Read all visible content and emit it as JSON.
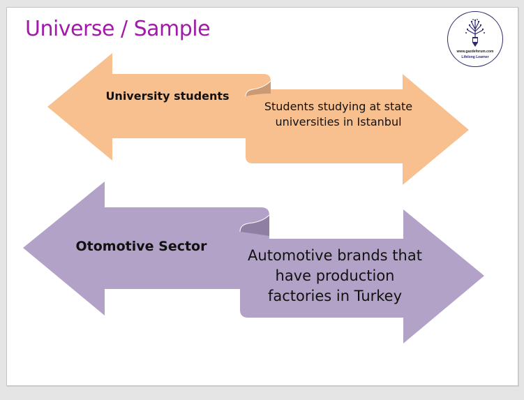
{
  "slide": {
    "title": "Universe / Sample",
    "logo": {
      "url_text": "www.gazdeforum.com",
      "tagline": "Lifelong Learner"
    },
    "rows": [
      {
        "universe": "University students",
        "sample": "Students studying at state universities in Istanbul",
        "color": "#f8c08f",
        "fold_color": "#c99a74"
      },
      {
        "universe": "Otomotive Sector",
        "sample": "Automotive brands that have production factories in Turkey",
        "color": "#b3a2c7",
        "fold_color": "#8e7fa3"
      }
    ]
  },
  "colors": {
    "title": "#a21aa8",
    "background": "#e5e5e5",
    "slide": "#ffffff"
  }
}
